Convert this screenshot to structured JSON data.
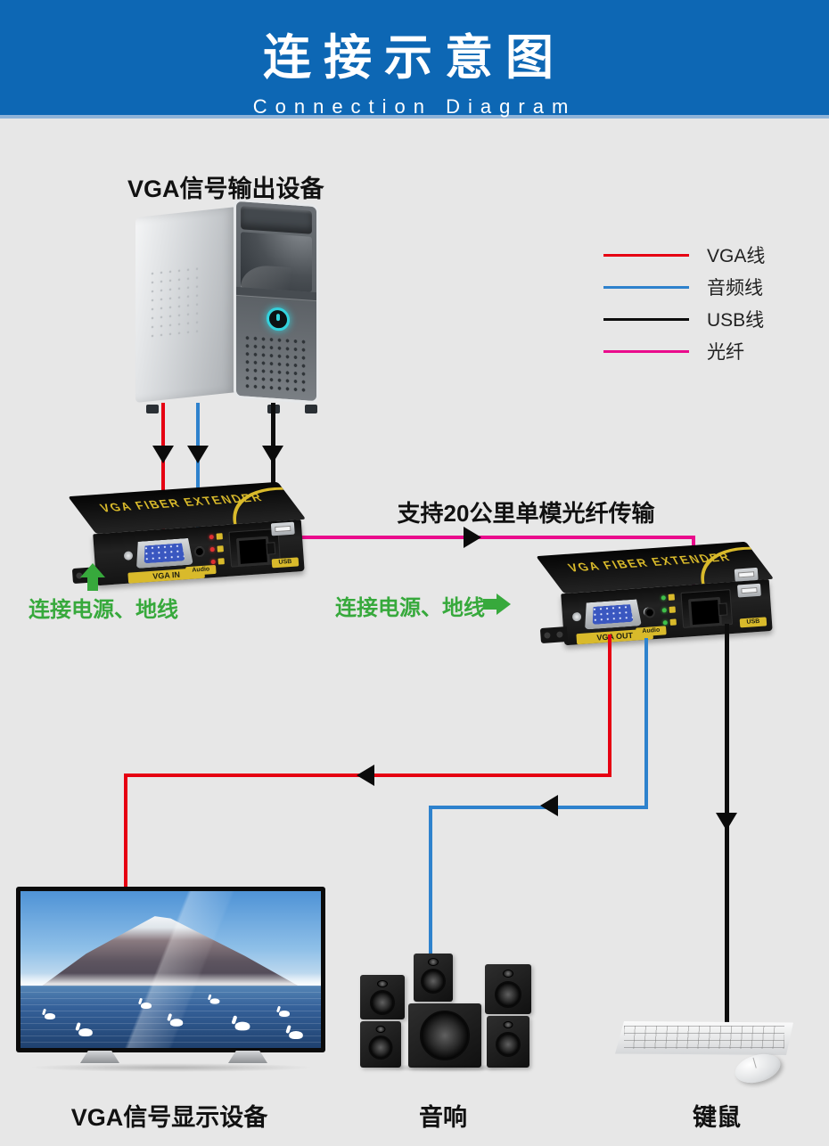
{
  "header": {
    "title": "连接示意图",
    "subtitle": "Connection Diagram",
    "bg_color": "#0d67b4"
  },
  "legend": {
    "items": [
      {
        "label": "VGA线",
        "color": "#e60012"
      },
      {
        "label": "音频线",
        "color": "#2e82cd"
      },
      {
        "label": "USB线",
        "color": "#0d0d0d"
      },
      {
        "label": "光纤",
        "color": "#ea0b8c"
      }
    ]
  },
  "devices": {
    "source": {
      "label": "VGA信号输出设备"
    },
    "extender_tx": {
      "brand_text": "VGA FIBER EXTENDER",
      "ports": {
        "vga": "VGA IN",
        "audio": "Audio",
        "usb": "USB"
      }
    },
    "extender_rx": {
      "brand_text": "VGA FIBER EXTENDER",
      "ports": {
        "vga": "VGA OUT",
        "audio": "Audio",
        "usb": "USB"
      }
    },
    "display": {
      "label": "VGA信号显示设备"
    },
    "speakers": {
      "label": "音响"
    },
    "keyboard_mouse": {
      "label": "键鼠"
    }
  },
  "annotations": {
    "fiber_note": "支持20公里单模光纤传输",
    "power_note_left": "连接电源、地线",
    "power_note_right": "连接电源、地线",
    "note_color": "#37a93c"
  }
}
